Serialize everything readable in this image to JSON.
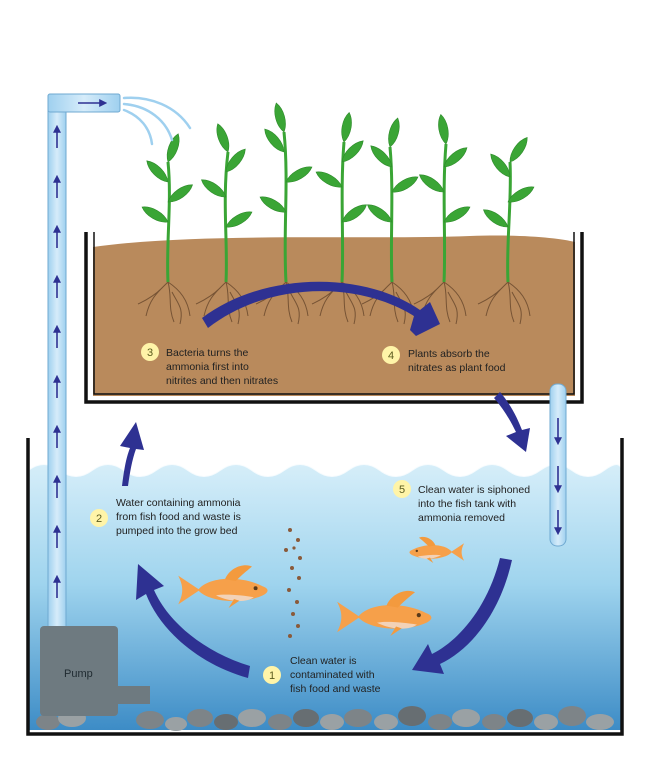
{
  "steps": [
    {
      "number": "1",
      "lines": [
        "Clean water is",
        "contaminated with",
        "fish food and waste"
      ]
    },
    {
      "number": "2",
      "lines": [
        "Water containing ammonia",
        "from fish food and waste is",
        "pumped into the grow bed"
      ]
    },
    {
      "number": "3",
      "lines": [
        "Bacteria turns the",
        "ammonia first into",
        "nitrites and then nitrates"
      ]
    },
    {
      "number": "4",
      "lines": [
        "Plants absorb the",
        "nitrates as plant food"
      ]
    },
    {
      "number": "5",
      "lines": [
        "Clean water is siphoned",
        "into the fish tank with",
        "ammonia removed"
      ]
    }
  ],
  "pump": {
    "label": "Pump"
  },
  "colors": {
    "water": "#9fd4ee",
    "soil": "#b98a5c",
    "arrow": "#2e3192",
    "plant": "#3aa535",
    "fish": "#f6a04a",
    "pump": "#6e7a80",
    "badge": "#fff4a8"
  }
}
